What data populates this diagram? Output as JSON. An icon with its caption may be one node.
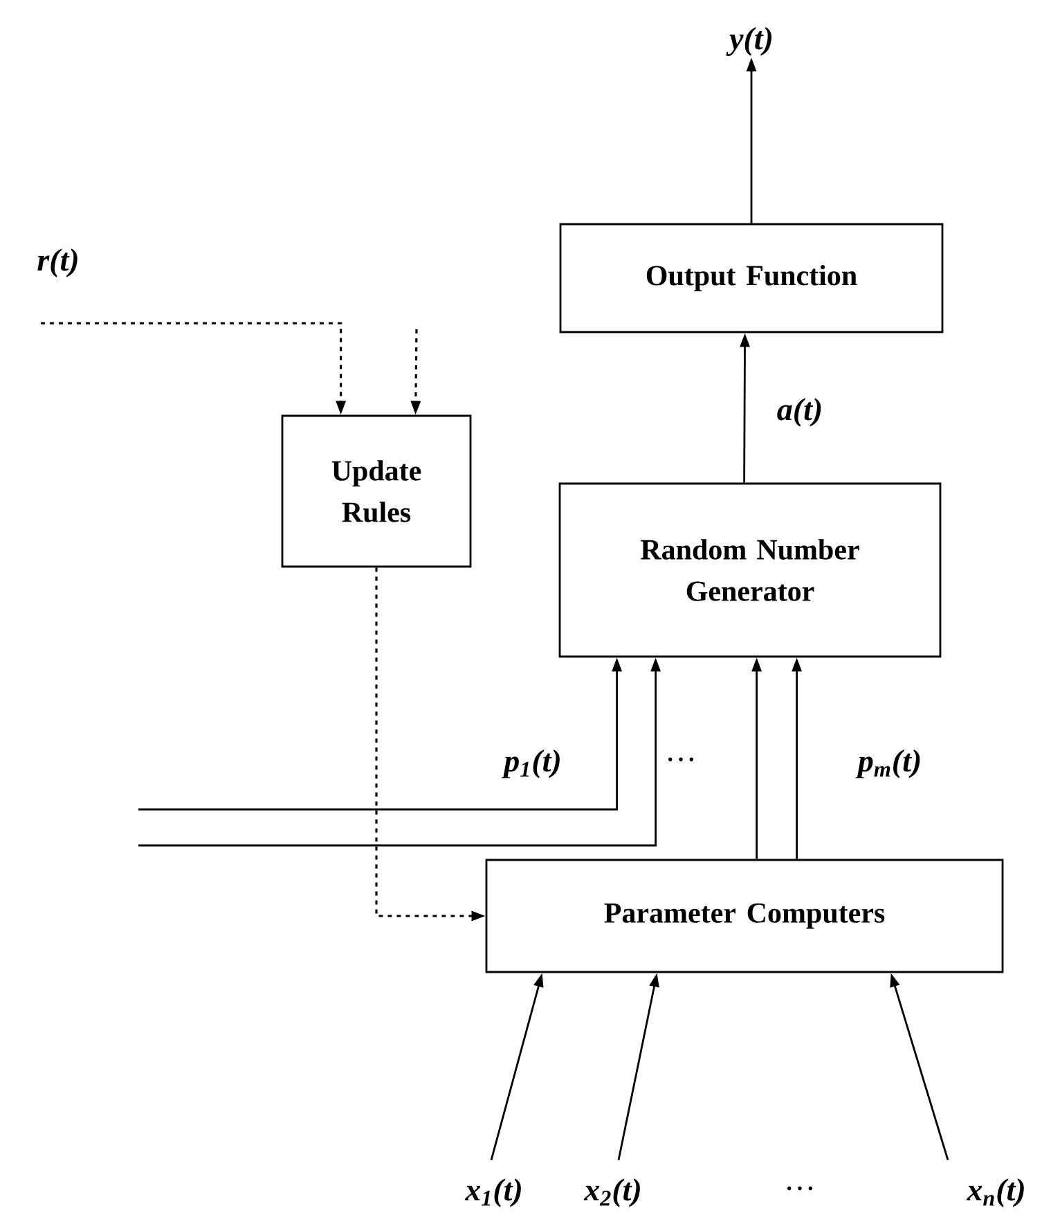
{
  "diagram": {
    "nodes": [
      {
        "text": [
          "Output Function"
        ]
      },
      {
        "text": [
          "Random Number Generator"
        ]
      },
      {
        "text": [
          "Update Rules"
        ]
      },
      {
        "text": [
          "Parameter Computers"
        ]
      },
      {
        "text": [
          "y(t)"
        ]
      },
      {
        "text": [
          "r(t)"
        ]
      },
      {
        "text": [
          "x$_{1}$(t)"
        ]
      },
      {
        "text": [
          "x$_{2}$(t)"
        ]
      },
      {
        "text": [
          "x$_{n}$(t)"
        ]
      }
    ],
    "edges": [
      {
        "from": 0,
        "to": 4,
        "arrow": "to"
      },
      {
        "from": 1,
        "to": 0,
        "arrow": "to",
        "label": "a(t)"
      },
      {
        "from": 5,
        "to": 2,
        "arrow": "to",
        "style": "dashed"
      },
      {
        "from": null,
        "to": 2,
        "arrow": "to",
        "style": "dashed"
      },
      {
        "from": 2,
        "to": 3,
        "arrow": "to",
        "style": "dashed"
      },
      {
        "from": null,
        "to": 1,
        "arrow": "to",
        "label": "p$_{1}$(t)"
      },
      {
        "from": null,
        "to": 1,
        "arrow": "to"
      },
      {
        "from": 3,
        "to": 1,
        "arrow": "to"
      },
      {
        "from": 3,
        "to": 1,
        "arrow": "to",
        "label": "p$_{m}$(t)"
      },
      {
        "from": 6,
        "to": 3,
        "arrow": "to"
      },
      {
        "from": 7,
        "to": 3,
        "arrow": "to"
      },
      {
        "from": 8,
        "to": 3,
        "arrow": "to"
      }
    ],
    "labels": [
      "···",
      "···"
    ]
  }
}
